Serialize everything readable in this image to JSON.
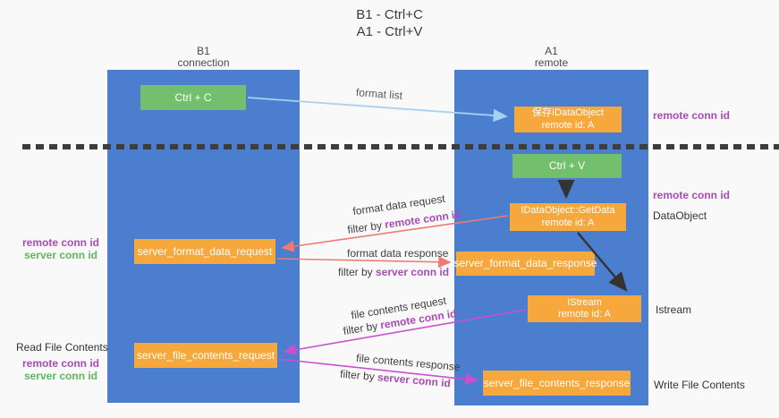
{
  "title": {
    "line1": "B1 - Ctrl+C",
    "line2": "A1 - Ctrl+V"
  },
  "columns": {
    "left": {
      "name": "B1",
      "role": "connection"
    },
    "right": {
      "name": "A1",
      "role": "remote"
    }
  },
  "terms": {
    "remote_conn_id": "remote conn id",
    "server_conn_id": "server conn id",
    "filter_by": "filter by"
  },
  "boxes": {
    "ctrl_c": "Ctrl + C",
    "ctrl_v": "Ctrl + V",
    "save_dataobject": {
      "line1": "保存IDataObject",
      "line2": "remote id: A"
    },
    "getdata": {
      "line1": "IDataObject::GetData",
      "line2": "remote id: A"
    },
    "istream": {
      "line1": "IStream",
      "line2": "remote id: A"
    },
    "format_request": "server_format_data_request",
    "format_response": "server_format_data_response",
    "file_request": "server_file_contents_request",
    "file_response": "server_file_contents_response"
  },
  "arrows": {
    "format_list": "format list",
    "format_data_request": "format data request",
    "format_data_response": "format data response",
    "file_contents_request": "file contents request",
    "file_contents_response": "file contents response"
  },
  "annotations": {
    "dataobject": "DataObject",
    "istream": "Istream",
    "read_file_contents": "Read File Contents",
    "write_file_contents": "Write File Contents"
  },
  "colors": {
    "column_blue": "#4c7ed0",
    "box_green": "#72bf6e",
    "box_orange": "#f7a83c",
    "arrow_lightblue": "#a5d2ee",
    "arrow_red": "#ee7a72",
    "arrow_magenta": "#cc4fcf",
    "arrow_black": "#333333",
    "text_purple": "#a94bb5",
    "text_green": "#5cb85c"
  }
}
